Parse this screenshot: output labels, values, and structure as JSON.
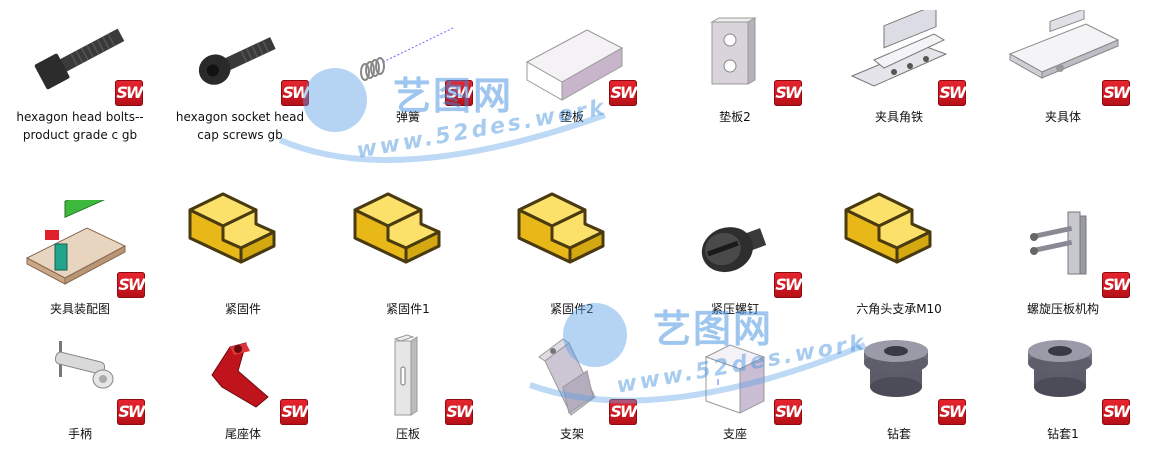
{
  "badge_label": "SW",
  "files": [
    {
      "name": "hexagon head bolts--product grade c gb",
      "icon": "hex-bolt-icon"
    },
    {
      "name": "hexagon socket head cap screws gb",
      "icon": "socket-screw-icon"
    },
    {
      "name": "弹簧",
      "icon": "spring-icon"
    },
    {
      "name": "垫板",
      "icon": "plate-icon"
    },
    {
      "name": "垫板2",
      "icon": "plate-holes-icon"
    },
    {
      "name": "夹具角铁",
      "icon": "fixture-angle-icon"
    },
    {
      "name": "夹具体",
      "icon": "fixture-body-icon"
    },
    {
      "name": "夹具装配图",
      "icon": "fixture-assembly-icon"
    },
    {
      "name": "紧固件",
      "icon": "generic-part-icon"
    },
    {
      "name": "紧固件1",
      "icon": "generic-part-icon"
    },
    {
      "name": "紧固件2",
      "icon": "generic-part-icon"
    },
    {
      "name": "紧压螺钉",
      "icon": "slotted-screw-icon"
    },
    {
      "name": "六角头支承M10",
      "icon": "generic-part-icon"
    },
    {
      "name": "螺旋压板机构",
      "icon": "clamp-mechanism-icon"
    },
    {
      "name": "手柄",
      "icon": "handle-icon"
    },
    {
      "name": "尾座体",
      "icon": "tailstock-icon"
    },
    {
      "name": "压板",
      "icon": "press-plate-icon"
    },
    {
      "name": "支架",
      "icon": "bracket-icon"
    },
    {
      "name": "支座",
      "icon": "support-block-icon"
    },
    {
      "name": "钻套",
      "icon": "drill-bushing-icon"
    },
    {
      "name": "钻套1",
      "icon": "drill-bushing-icon"
    }
  ],
  "watermark": {
    "logo_text": "艺图网",
    "url_text": "www.52des.work"
  },
  "colors": {
    "sw_red": "#d2161e",
    "part_yellow": "#f2c81c",
    "part_outline": "#4a3a10"
  }
}
